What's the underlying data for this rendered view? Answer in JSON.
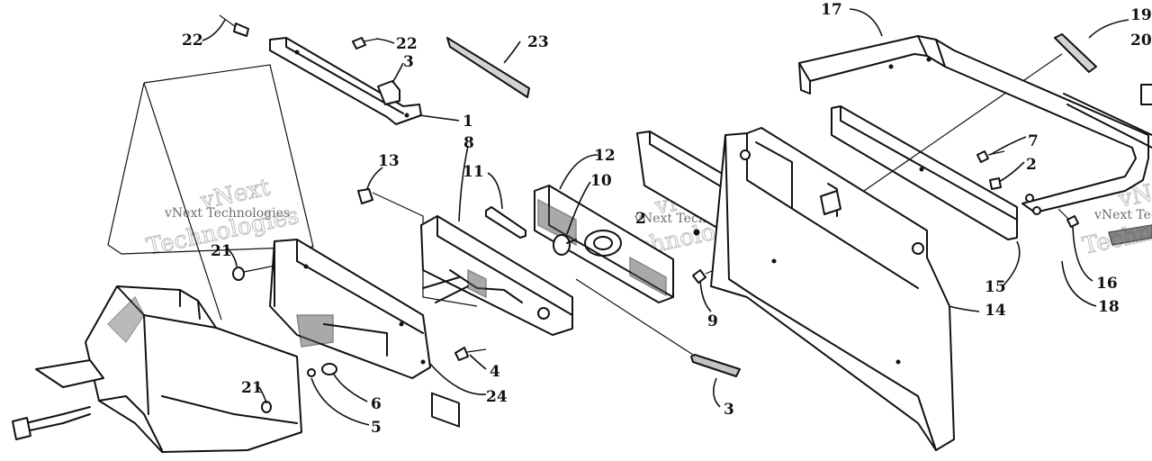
{
  "watermark": {
    "line1": "vNext",
    "line2": "vNext Technologies",
    "line3": "Technologies"
  },
  "callouts": [
    {
      "id": "c22a",
      "label": "22"
    },
    {
      "id": "c22b",
      "label": "22"
    },
    {
      "id": "c23",
      "label": "23"
    },
    {
      "id": "c3a",
      "label": "3"
    },
    {
      "id": "c1",
      "label": "1"
    },
    {
      "id": "c8",
      "label": "8"
    },
    {
      "id": "c11",
      "label": "11"
    },
    {
      "id": "c12",
      "label": "12"
    },
    {
      "id": "c10",
      "label": "10"
    },
    {
      "id": "c13",
      "label": "13"
    },
    {
      "id": "c21a",
      "label": "21"
    },
    {
      "id": "c21b",
      "label": "21"
    },
    {
      "id": "c2a",
      "label": "2"
    },
    {
      "id": "c7",
      "label": "7"
    },
    {
      "id": "c2b",
      "label": "2"
    },
    {
      "id": "c17",
      "label": "17"
    },
    {
      "id": "c19",
      "label": "19"
    },
    {
      "id": "c20",
      "label": "20"
    },
    {
      "id": "c9",
      "label": "9"
    },
    {
      "id": "c4",
      "label": "4"
    },
    {
      "id": "c24",
      "label": "24"
    },
    {
      "id": "c6",
      "label": "6"
    },
    {
      "id": "c5",
      "label": "5"
    },
    {
      "id": "c3b",
      "label": "3"
    },
    {
      "id": "c15",
      "label": "15"
    },
    {
      "id": "c14",
      "label": "14"
    },
    {
      "id": "c16",
      "label": "16"
    },
    {
      "id": "c18",
      "label": "18"
    }
  ]
}
